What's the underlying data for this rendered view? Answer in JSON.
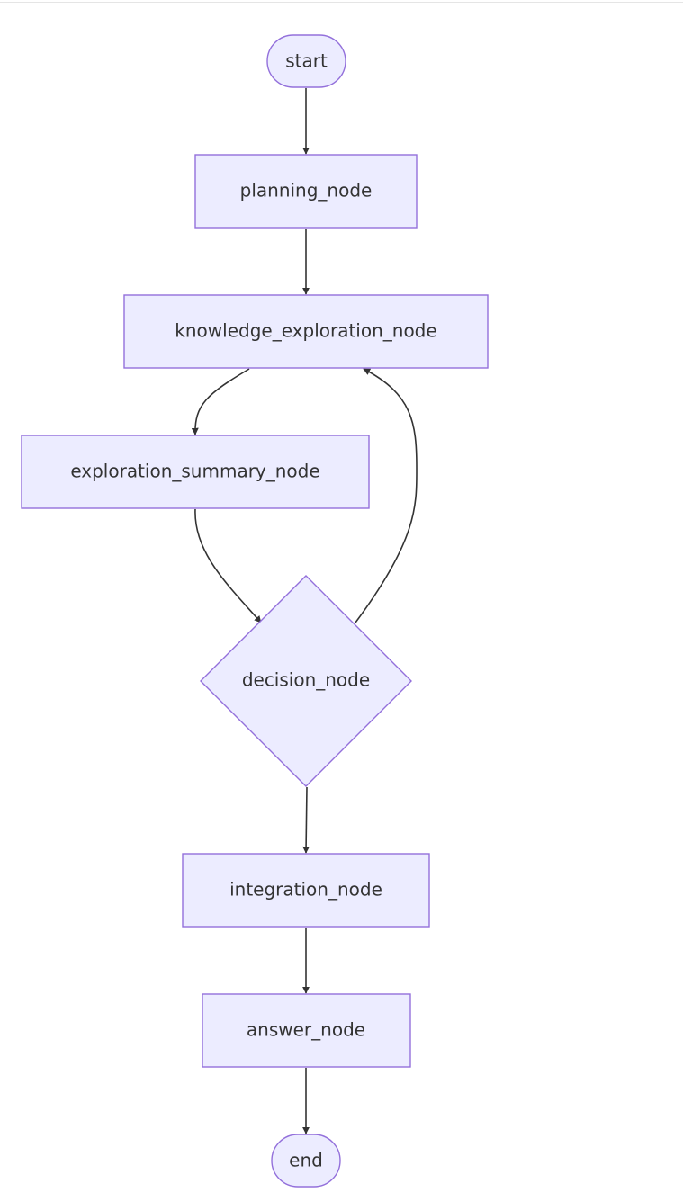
{
  "diagram": {
    "colors": {
      "node_fill": "#ECECFF",
      "node_stroke": "#9370DB",
      "edge": "#333333",
      "text": "#333333"
    },
    "nodes": {
      "start": "start",
      "planning": "planning_node",
      "knowledge_exploration": "knowledge_exploration_node",
      "exploration_summary": "exploration_summary_node",
      "decision": "decision_node",
      "integration": "integration_node",
      "answer": "answer_node",
      "end": "end"
    },
    "edges": [
      {
        "from": "start",
        "to": "planning_node"
      },
      {
        "from": "planning_node",
        "to": "knowledge_exploration_node"
      },
      {
        "from": "knowledge_exploration_node",
        "to": "exploration_summary_node"
      },
      {
        "from": "exploration_summary_node",
        "to": "decision_node"
      },
      {
        "from": "decision_node",
        "to": "knowledge_exploration_node"
      },
      {
        "from": "decision_node",
        "to": "integration_node"
      },
      {
        "from": "integration_node",
        "to": "answer_node"
      },
      {
        "from": "answer_node",
        "to": "end"
      }
    ]
  }
}
